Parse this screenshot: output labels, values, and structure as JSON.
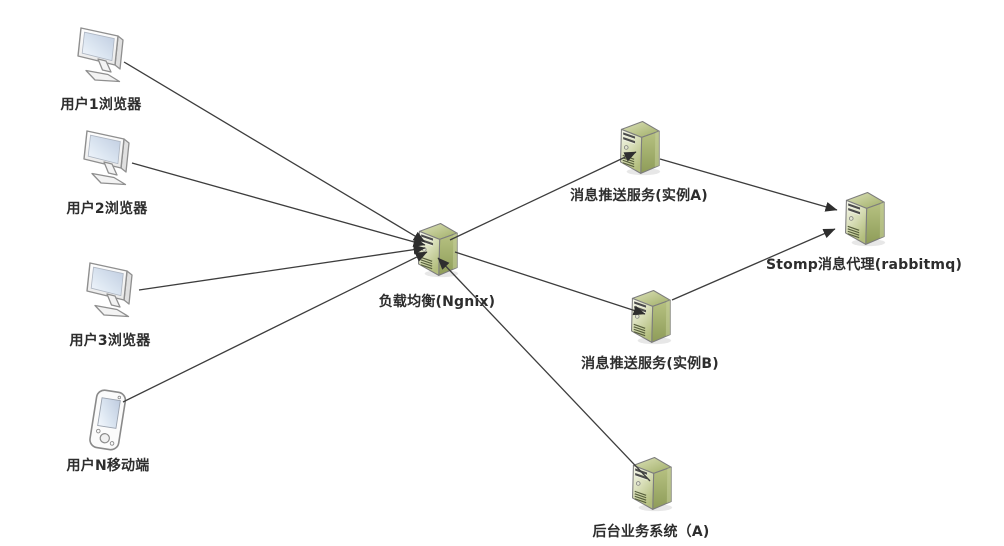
{
  "diagram": {
    "type": "architecture-diagram",
    "background_color": "#ffffff",
    "line_color": "#3d3d3d",
    "server_icon_color": "#a9b671",
    "nodes": [
      {
        "id": "user1-browser",
        "icon": "desktop-monitor",
        "label": "用户1浏览器"
      },
      {
        "id": "user2-browser",
        "icon": "desktop-monitor",
        "label": "用户2浏览器"
      },
      {
        "id": "user3-browser",
        "icon": "desktop-monitor",
        "label": "用户3浏览器"
      },
      {
        "id": "userN-mobile",
        "icon": "mobile-device",
        "label": "用户N移动端"
      },
      {
        "id": "load-balancer",
        "icon": "server",
        "label": "负载均衡(Ngnix)"
      },
      {
        "id": "push-service-a",
        "icon": "server",
        "label": "消息推送服务(实例A)"
      },
      {
        "id": "push-service-b",
        "icon": "server",
        "label": "消息推送服务(实例B)"
      },
      {
        "id": "stomp-broker",
        "icon": "server",
        "label": "Stomp消息代理(rabbitmq)"
      },
      {
        "id": "backend-system",
        "icon": "server",
        "label": "后台业务系统（A)"
      }
    ],
    "edges": [
      {
        "from": "user1-browser",
        "to": "load-balancer",
        "arrow_at": "load-balancer"
      },
      {
        "from": "user2-browser",
        "to": "load-balancer",
        "arrow_at": "load-balancer"
      },
      {
        "from": "user3-browser",
        "to": "load-balancer",
        "arrow_at": "load-balancer"
      },
      {
        "from": "userN-mobile",
        "to": "load-balancer",
        "arrow_at": "load-balancer"
      },
      {
        "from": "load-balancer",
        "to": "push-service-a",
        "arrow_at": "push-service-a"
      },
      {
        "from": "load-balancer",
        "to": "push-service-b",
        "arrow_at": "push-service-b"
      },
      {
        "from": "push-service-a",
        "to": "stomp-broker",
        "arrow_at": "stomp-broker"
      },
      {
        "from": "push-service-b",
        "to": "stomp-broker",
        "arrow_at": "stomp-broker"
      },
      {
        "from": "backend-system",
        "to": "load-balancer",
        "arrow_at": "load-balancer"
      }
    ]
  }
}
